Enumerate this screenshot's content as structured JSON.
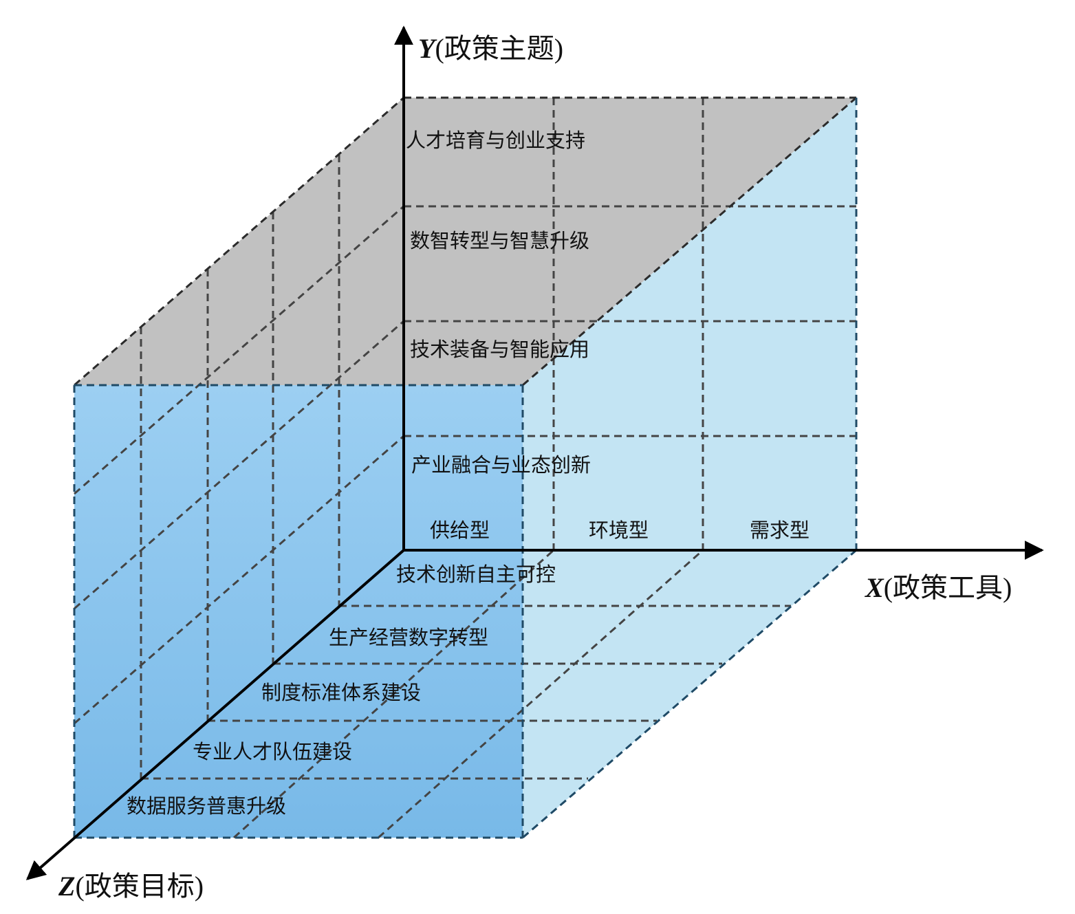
{
  "axes": {
    "y": {
      "var": "Y",
      "label": "(政策主题)"
    },
    "x": {
      "var": "X",
      "label": "(政策工具)"
    },
    "z": {
      "var": "Z",
      "label": "(政策目标)"
    }
  },
  "policy_themes": [
    "人才培育与创业支持",
    "数智转型与智慧升级",
    "技术装备与智能应用",
    "产业融合与业态创新"
  ],
  "policy_tools": [
    "供给型",
    "环境型",
    "需求型"
  ],
  "policy_goals": [
    "技术创新自主可控",
    "生产经营数字转型",
    "制度标准体系建设",
    "专业人才队伍建设",
    "数据服务普惠升级"
  ],
  "colors": {
    "top_face": "#c1c1c1",
    "front_face_top": "#9ccff2",
    "front_face_bottom": "#78b9e8",
    "side_face": "#c3e4f3"
  }
}
